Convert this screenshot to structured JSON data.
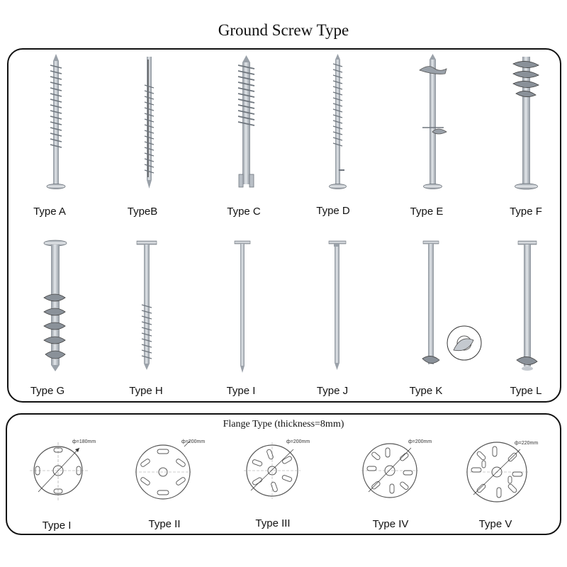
{
  "title": "Ground Screw Type",
  "screws": {
    "row1": [
      "Type A",
      "TypeB",
      "Type C",
      "Type D",
      "Type E",
      "Type F"
    ],
    "row2": [
      "Type G",
      "Type H",
      "Type I",
      "Type J",
      "Type K",
      "Type L"
    ]
  },
  "flange": {
    "heading": "Flange Type (thickness=8mm)",
    "types": [
      {
        "label": "Type I",
        "diameter": "ф=180mm"
      },
      {
        "label": "Type II",
        "diameter": "ф=200mm"
      },
      {
        "label": "Type III",
        "diameter": "ф=200mm"
      },
      {
        "label": "Type IV",
        "diameter": "ф=200mm"
      },
      {
        "label": "Type V",
        "diameter": "ф=220mm"
      }
    ]
  },
  "colors": {
    "steel": "#b9bfc6",
    "steel_dark": "#7d8590",
    "outline": "#111111"
  }
}
